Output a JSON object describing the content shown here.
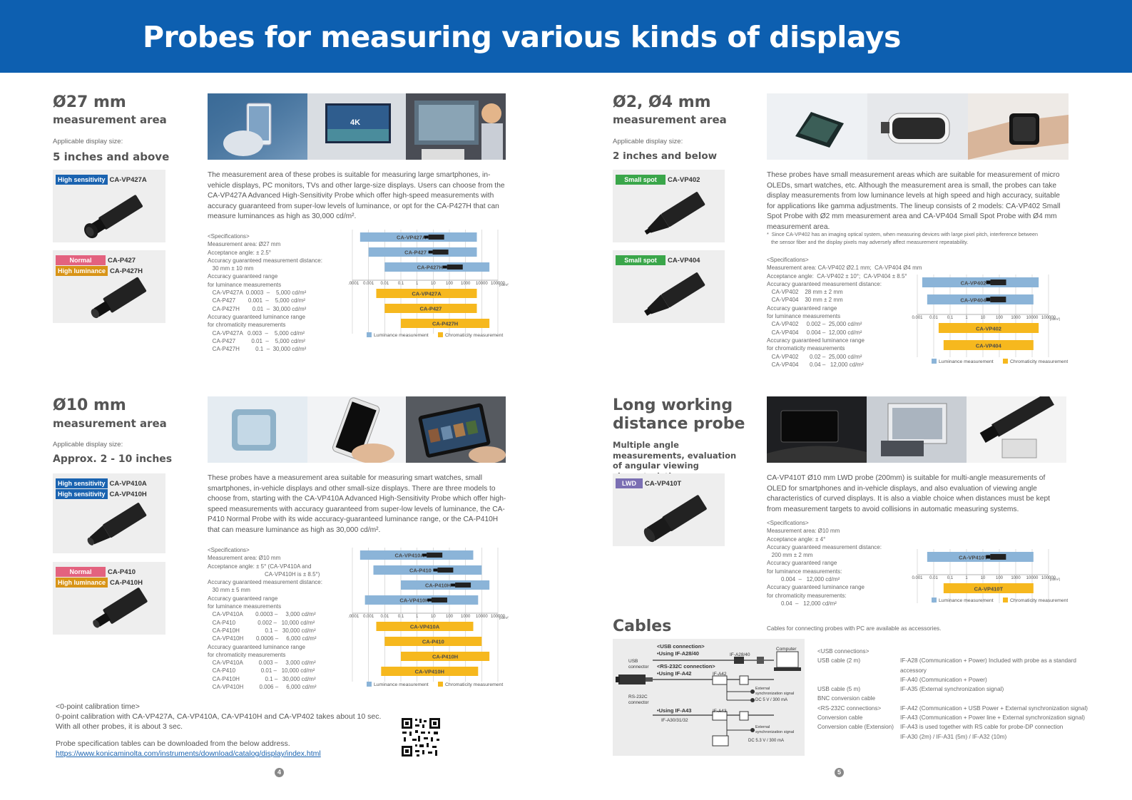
{
  "title": "Probes for measuring various kinds of displays",
  "sections": {
    "s27": {
      "heading": "Ø27 mm",
      "subheading": "measurement area",
      "applicable_label": "Applicable display size:",
      "size": "5 inches and above",
      "tags": {
        "hs": "High sensitivity",
        "normal": "Normal",
        "hl": "High luminance"
      },
      "models": {
        "a": "CA-VP427A",
        "b": "CA-P427",
        "c": "CA-P427H"
      },
      "text": "The measurement area of these probes is suitable for measuring large smartphones, in-vehicle displays, PC monitors, TVs and other large-size displays. Users can choose from the CA-VP427A Advanced High-Sensitivity Probe which offer high-speed measurements with accuracy guaranteed from super-low levels of luminance, or opt for the CA-P427H that can measure luminances as high as 30,000 cd/m².",
      "specs": "<Specifications>\nMeasurement area: Ø27 mm\nAcceptance angle: ± 2.5°\nAccuracy guaranteed measurement distance:\n   30 mm ± 10 mm\nAccuracy guaranteed range\nfor luminance measurements\n   CA-VP427A  0.0003  –    5,000 cd/m²\n   CA-P427        0.001  –    5,000 cd/m²\n   CA-P427H        0.01  –  30,000 cd/m²\nAccuracy guaranteed luminance range\nfor chromaticity measurements\n   CA-VP427A   0.003  –    5,000 cd/m²\n   CA-P427          0.01  –    5,000 cd/m²\n   CA-P427H          0.1  –  30,000 cd/m²"
    },
    "s24": {
      "heading": "Ø2, Ø4 mm",
      "subheading": "measurement area",
      "applicable_label": "Applicable display size:",
      "size": "2 inches and below",
      "tags": {
        "ss": "Small spot"
      },
      "models": {
        "a": "CA-VP402",
        "b": "CA-VP404"
      },
      "text": "These probes have small measurement areas which are suitable for measurement of micro OLEDs, smart watches, etc. Although the measurement area is small, the probes can take display measurements from low luminance levels at high speed and high accuracy, suitable for applications like gamma adjustments. The lineup consists of 2 models: CA-VP402 Small Spot Probe with Ø2 mm measurement area and CA-VP404 Small Spot Probe with Ø4 mm measurement area.",
      "note": "*  Since CA-VP402 has an imaging optical system, when measuring devices with large pixel pitch, interference between\n   the sensor fiber and the display pixels may adversely affect measurement repeatability.",
      "specs": "<Specifications>\nMeasurement area: CA-VP402 Ø2.1 mm;  CA-VP404 Ø4 mm\nAcceptance angle:  CA-VP402 ± 10°;  CA-VP404 ± 8.5°\nAccuracy guaranteed measurement distance:\n   CA-VP402    28 mm ± 2 mm\n   CA-VP404    30 mm ± 2 mm\nAccuracy guaranteed range\nfor luminance measurements\n   CA-VP402     0.002 –  25,000 cd/m²\n   CA-VP404     0.004 –  12,000 cd/m²\nAccuracy guaranteed luminance range\nfor chromaticity measurements\n   CA-VP402       0.02 –  25,000 cd/m²\n   CA-VP404       0.04 –   12,000 cd/m²"
    },
    "s10": {
      "heading": "Ø10 mm",
      "subheading": "measurement area",
      "applicable_label": "Applicable display size:",
      "size": "Approx. 2 - 10 inches",
      "tags": {
        "hs": "High sensitivity",
        "normal": "Normal",
        "hl": "High luminance"
      },
      "models": {
        "a": "CA-VP410A",
        "b": "CA-VP410H",
        "c": "CA-P410",
        "d": "CA-P410H"
      },
      "text": "These probes have a measurement area suitable for measuring smart watches, small smartphones, in-vehicle displays and other small-size displays. There are three models to choose from, starting with the CA-VP410A Advanced High-Sensitivity Probe which offer high-speed measurements with accuracy guaranteed from super-low levels of luminance, the CA-P410 Normal Probe with its wide accuracy-guaranteed luminance range, or the CA-P410H that can measure luminance as high as 30,000 cd/m².",
      "specs": "<Specifications>\nMeasurement area: Ø10 mm\nAcceptance angle: ± 5° (CA-VP410A and\n                                    CA-VP410H is ± 8.5°)\nAccuracy guaranteed measurement distance:\n   30 mm ± 5 mm\nAccuracy guaranteed range\nfor luminance measurements\n   CA-VP410A        0.0003 –     3,000 cd/m²\n   CA-P410              0.002 –   10,000 cd/m²\n   CA-P410H                0.1 –   30,000 cd/m²\n   CA-VP410H        0.0006 –     6,000 cd/m²\nAccuracy guaranteed luminance range\nfor chromaticity measurements\n   CA-VP410A          0.003 –     3,000 cd/m²\n   CA-P410                0.01 –   10,000 cd/m²\n   CA-P410H                0.1 –   30,000 cd/m²\n   CA-VP410H          0.006 –     6,000 cd/m²"
    },
    "lwd": {
      "heading1": "Long working",
      "heading2": "distance probe",
      "subheading": "Multiple angle measurements, evaluation of angular viewing characteristics",
      "tags": {
        "lwd": "LWD"
      },
      "models": {
        "a": "CA-VP410T"
      },
      "text": "CA-VP410T Ø10 mm LWD probe (200mm) is suitable for multi-angle measurements of OLED for smartphones and in-vehicle displays, and also evaluation of viewing angle characteristics of curved displays. It is also a viable choice when distances must be kept from measurement targets to avoid collisions in automatic measuring systems.",
      "specs": "<Specifications>\nMeasurement area: Ø10 mm\nAcceptance angle: ± 4°\nAccuracy guaranteed measurement distance:\n   200 mm ± 2 mm\nAccuracy guaranteed range\nfor luminance measurements:\n         0.004  –   12,000 cd/m²\nAccuracy guaranteed luminance range\nfor chromaticity measurements:\n         0.04  –   12,000 cd/m²"
    }
  },
  "chart_common": {
    "ticks": [
      "0.0001",
      "0.001",
      "0.01",
      "0.1",
      "1",
      "10",
      "100",
      "1000",
      "10000",
      "100000"
    ],
    "unit": "[cd/m²]",
    "legend_lum": "Luminance measurement",
    "legend_chrom": "Chromaticity measurement",
    "color_lum": "#8bb4d8",
    "color_chrom": "#f6b81e"
  },
  "chart_data": [
    {
      "type": "bar",
      "xscale": "log",
      "xlim": [
        0.0001,
        100000
      ],
      "series": [
        {
          "name": "Luminance measurement",
          "bars": [
            {
              "label": "CA-VP427A",
              "from": 0.0003,
              "to": 5000
            },
            {
              "label": "CA-P427",
              "from": 0.001,
              "to": 5000
            },
            {
              "label": "CA-P427H",
              "from": 0.01,
              "to": 30000
            }
          ]
        },
        {
          "name": "Chromaticity measurement",
          "bars": [
            {
              "label": "CA-VP427A",
              "from": 0.003,
              "to": 5000
            },
            {
              "label": "CA-P427",
              "from": 0.01,
              "to": 5000
            },
            {
              "label": "CA-P427H",
              "from": 0.1,
              "to": 30000
            }
          ]
        }
      ]
    },
    {
      "type": "bar",
      "xscale": "log",
      "xlim": [
        0.001,
        100000
      ],
      "series": [
        {
          "name": "Luminance measurement",
          "bars": [
            {
              "label": "CA-VP402",
              "from": 0.002,
              "to": 25000
            },
            {
              "label": "CA-VP404",
              "from": 0.004,
              "to": 12000
            }
          ]
        },
        {
          "name": "Chromaticity measurement",
          "bars": [
            {
              "label": "CA-VP402",
              "from": 0.02,
              "to": 25000
            },
            {
              "label": "CA-VP404",
              "from": 0.04,
              "to": 12000
            }
          ]
        }
      ]
    },
    {
      "type": "bar",
      "xscale": "log",
      "xlim": [
        0.0001,
        100000
      ],
      "series": [
        {
          "name": "Luminance measurement",
          "bars": [
            {
              "label": "CA-VP410A",
              "from": 0.0003,
              "to": 3000
            },
            {
              "label": "CA-P410",
              "from": 0.002,
              "to": 10000
            },
            {
              "label": "CA-P410H",
              "from": 0.1,
              "to": 30000
            },
            {
              "label": "CA-VP410H",
              "from": 0.0006,
              "to": 6000
            }
          ]
        },
        {
          "name": "Chromaticity measurement",
          "bars": [
            {
              "label": "CA-VP410A",
              "from": 0.003,
              "to": 3000
            },
            {
              "label": "CA-P410",
              "from": 0.01,
              "to": 10000
            },
            {
              "label": "CA-P410H",
              "from": 0.1,
              "to": 30000
            },
            {
              "label": "CA-VP410H",
              "from": 0.006,
              "to": 6000
            }
          ]
        }
      ]
    },
    {
      "type": "bar",
      "xscale": "log",
      "xlim": [
        0.001,
        100000
      ],
      "series": [
        {
          "name": "Luminance measurement",
          "bars": [
            {
              "label": "CA-VP410T",
              "from": 0.004,
              "to": 12000
            }
          ]
        },
        {
          "name": "Chromaticity measurement",
          "bars": [
            {
              "label": "CA-VP410T",
              "from": 0.04,
              "to": 12000
            }
          ]
        }
      ]
    }
  ],
  "footer": {
    "calib_title": "<0-point calibration time>",
    "calib_1": "0-point calibration with CA-VP427A, CA-VP410A, CA-VP410H and CA-VP402 takes about 10 sec.",
    "calib_2": "With all other probes, it is about 3 sec.",
    "download": "Probe specification tables can be downloaded from the below address.",
    "url": "https://www.konicaminolta.com/instruments/download/catalog/display/index.html",
    "page_left": "4",
    "page_right": "5"
  },
  "cables": {
    "title": "Cables",
    "caption": "Cables for connecting probes with PC are available as accessories.",
    "diagram": {
      "usb_connection": "<USB connection>",
      "using_a28": "•Using IF-A28/40",
      "a28_40": "IF-A28/40",
      "computer": "Computer",
      "usb_connector": "USB connector",
      "rs_connection": "<RS-232C connection>",
      "using_a42": "•Using IF-A42",
      "a42": "IF-A42",
      "ext_sync_1": "External synchronization signal",
      "dc5v": "DC 5 V / 300 mA",
      "rs_connector": "RS-232C connector",
      "using_a43": "•Using IF-A43",
      "a43": "IF-A43",
      "a30": "IF-A30/31/32",
      "ext_sync_2": "External synchronization signal",
      "dc53": "DC 5.3 V / 300 mA"
    },
    "list_left": "<USB connections>\nUSB cable (2 m)\n\n\nUSB cable (5 m)\nBNC conversion cable\n<RS-232C connections>\nConversion cable\nConversion cable (Extension)",
    "list_right": "\nIF-A28 (Communication + Power) Included with probe as a standard\naccessory\nIF-A40 (Communication + Power)\nIF-A35 (External synchronization signal)\n\nIF-A42 (Communication + USB Power + External synchronization signal)\nIF-A43 (Communication + Power line + External synchronization signal)\nIF-A43 is used together with RS cable for probe-DP connection\nIF-A30 (2m) / IF-A31 (5m) / IF-A32 (10m)"
  }
}
